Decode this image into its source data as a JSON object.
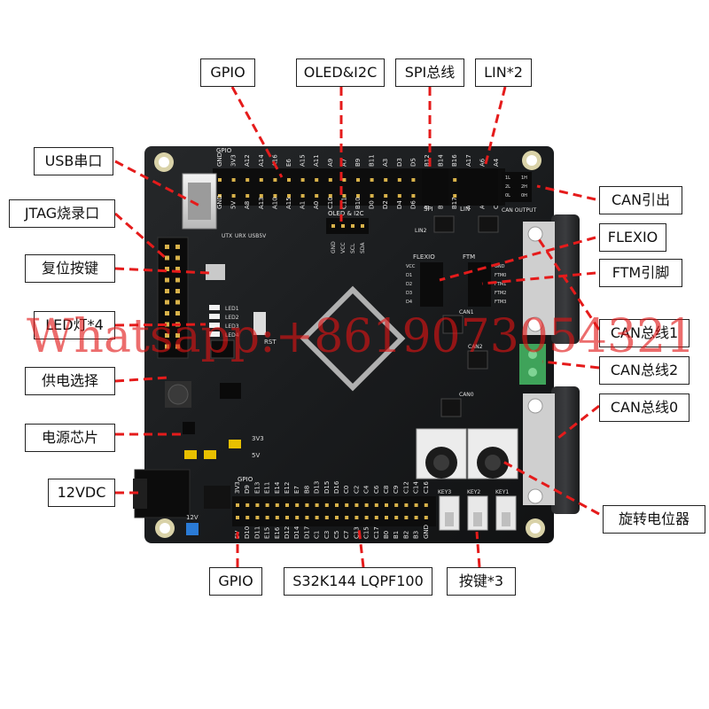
{
  "labels": {
    "gpio_top": "GPIO",
    "oled_i2c": "OLED&I2C",
    "spi_bus": "SPI总线",
    "lin2": "LIN*2",
    "usb_serial": "USB串口",
    "jtag": "JTAG烧录口",
    "reset_key": "复位按键",
    "led4": "LED灯*4",
    "power_select": "供电选择",
    "power_chip": "电源芯片",
    "dc12v": "12VDC",
    "gpio_bottom": "GPIO",
    "mcu": "S32K144 LQPF100",
    "keys3": "按键*3",
    "can_out": "CAN引出",
    "flexio": "FLEXIO",
    "ftm_pin": "FTM引脚",
    "can_bus1": "CAN总线1",
    "can_bus2": "CAN总线2",
    "can_bus0": "CAN总线0",
    "potentiometer": "旋转电位器"
  },
  "watermark": "Whatsapp:+8619073054321",
  "silkscreen": {
    "oled_header": "OLED & I2C",
    "oled_pins": [
      "GND",
      "VCC",
      "SCL",
      "SDA"
    ],
    "top_gpio_tag": "GPIO",
    "bottom_gpio_tag": "GPIO",
    "spi_tag": "SPI",
    "lin_tag": "LIN",
    "lin2_tag": "LIN2",
    "flexio_tag": "FLEXIO",
    "ftm_tag": "FTM",
    "can_output_tag": "CAN OUTPUT",
    "can_tags": [
      "CAN1",
      "CAN2",
      "CAN0"
    ],
    "reset_tag": "RST",
    "key_tags": [
      "KEY3",
      "KEY2",
      "KEY1"
    ],
    "rail_3v3": "3V3",
    "rail_5v": "5V",
    "rail_12v": "12V",
    "usb_tags": [
      "UTX",
      "URX",
      "USB5V"
    ],
    "led_tags": [
      "LED1",
      "LED2",
      "LED3",
      "LED4"
    ],
    "flexio_pins": [
      "VCC",
      "D1",
      "D2",
      "D3",
      "D4"
    ],
    "ftm_pins": [
      "GND",
      "FTM0",
      "FTM1",
      "FTM2",
      "FTM3"
    ],
    "can_out_pins": [
      "1L",
      "1H",
      "2L",
      "2H",
      "0L",
      "0H"
    ],
    "top_row_upper": [
      "GND",
      "3V3",
      "A12",
      "A14",
      "A16",
      "E6",
      "A15",
      "A11",
      "A9",
      "A7",
      "B9",
      "B11",
      "A3",
      "D3",
      "D5",
      "B12",
      "B14",
      "B16",
      "A17",
      "A6",
      "A4"
    ],
    "top_row_lower": [
      "GND",
      "5V",
      "A8",
      "A13",
      "A10",
      "A15",
      "A1",
      "A0",
      "C10",
      "C11",
      "B10",
      "D0",
      "D2",
      "D4",
      "D6",
      "B13",
      "B15",
      "B17",
      "A2",
      "A5",
      "C3"
    ],
    "bottom_row_upper": [
      "3V3",
      "D9",
      "E13",
      "E11",
      "E14",
      "E12",
      "E7",
      "B8",
      "D13",
      "D15",
      "D16",
      "C0",
      "C2",
      "C4",
      "C6",
      "C8",
      "C9",
      "C12",
      "C14",
      "C16"
    ],
    "bottom_row_lower": [
      "5V",
      "D10",
      "D11",
      "E15",
      "E16",
      "D12",
      "D14",
      "D17",
      "C1",
      "C3",
      "C5",
      "C7",
      "C13",
      "C15",
      "C17",
      "B0",
      "B1",
      "B2",
      "B3",
      "GND"
    ]
  }
}
